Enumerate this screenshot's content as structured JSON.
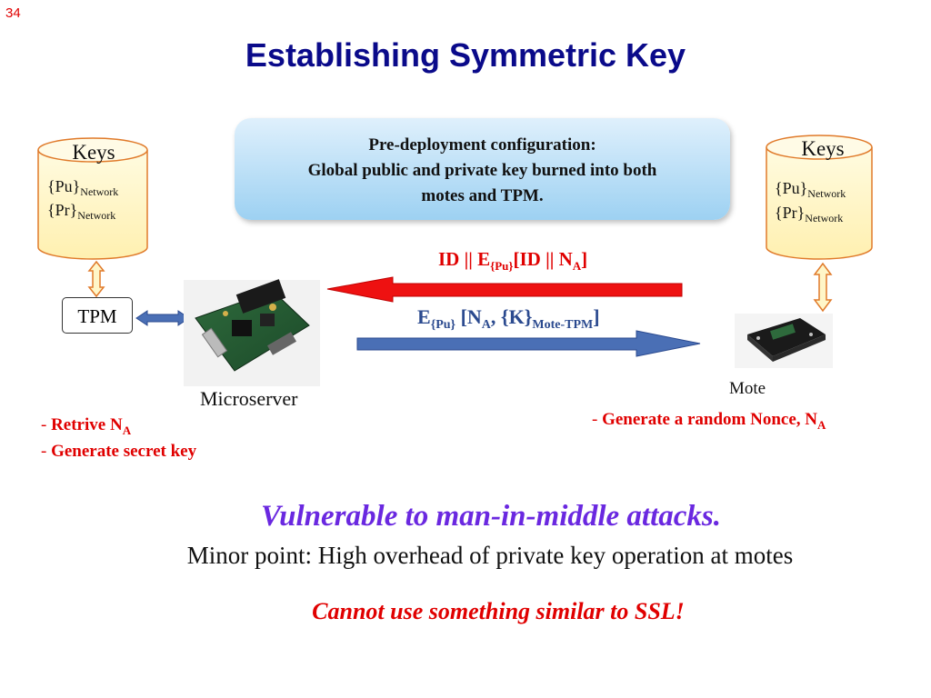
{
  "slide_number": "34",
  "title": "Establishing Symmetric Key",
  "predeploy": {
    "line1": "Pre-deployment configuration:",
    "line2": "Global public and private key burned into both",
    "line3": "motes and TPM."
  },
  "left_keys": {
    "label": "Keys",
    "pu_key": "{Pu}",
    "pu_sub": "Network",
    "pr_key": "{Pr}",
    "pr_sub": "Network"
  },
  "right_keys": {
    "label": "Keys",
    "pu_key": "{Pu}",
    "pu_sub": "Network",
    "pr_key": "{Pr}",
    "pr_sub": "Network"
  },
  "tpm_label": "TPM",
  "microserver_label": "Microserver",
  "mote_label": "Mote",
  "msg_red": {
    "p1": "ID || E",
    "s1": "{Pu}",
    "p2": "[ID || N",
    "s2": "A",
    "p3": "]"
  },
  "msg_blue": {
    "p1": "E",
    "s1": "{Pu}",
    "p2": " [N",
    "s2": "A",
    "p3": ", {K}",
    "s3": "Mote-TPM",
    "p4": "]"
  },
  "left_notes": {
    "dash": "- ",
    "note1_text": "Retrive N",
    "note1_sub": "A",
    "note2_text": "Generate secret key"
  },
  "right_note": {
    "dash": "- ",
    "text": "Generate a random Nonce, N",
    "sub": "A"
  },
  "vulnerable": "Vulnerable to man-in-middle attacks.",
  "minor_point": "Minor point: High overhead of private key operation at motes",
  "ssl_note": "Cannot use something similar to SSL!",
  "colors": {
    "title": "#0a0a8a",
    "red": "#e00000",
    "blue_arrow": "#4a6fb5",
    "cylinder": "#fff6c8",
    "cylinder_border": "#e07a2a"
  }
}
